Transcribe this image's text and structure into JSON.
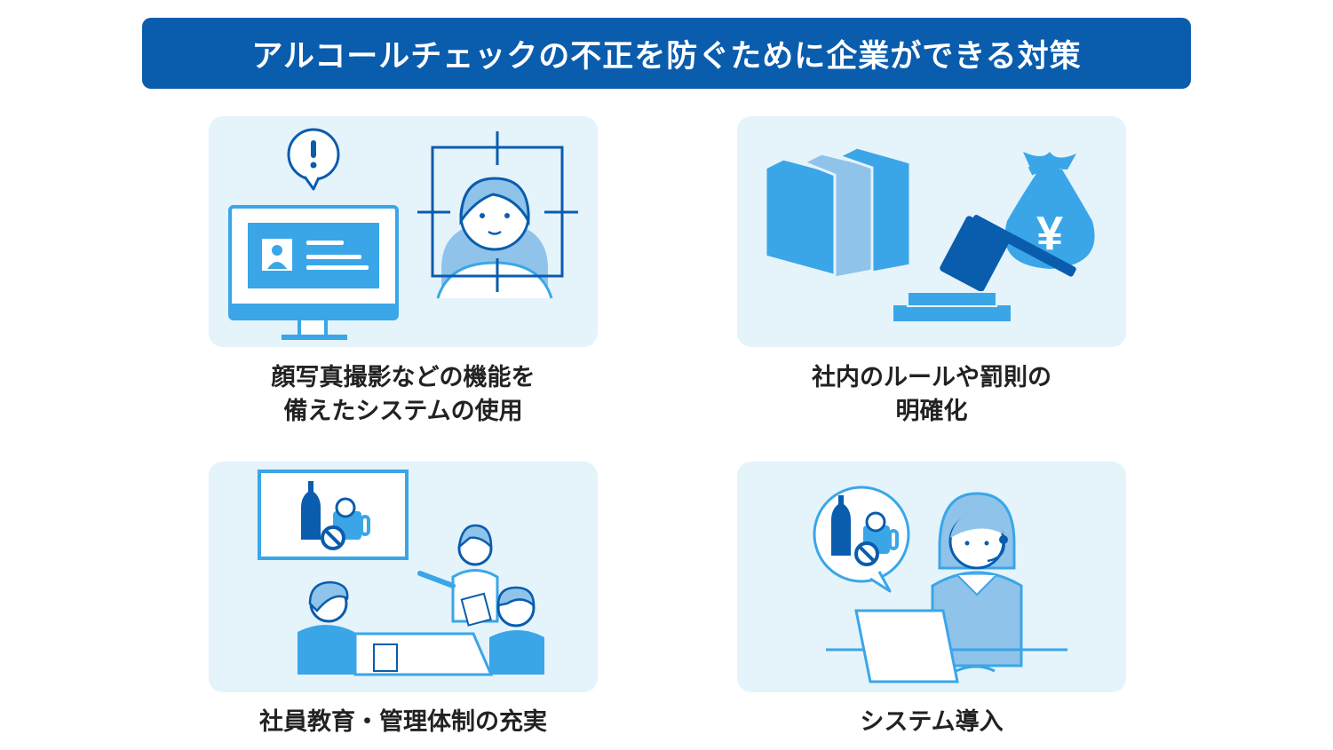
{
  "header": {
    "title": "アルコールチェックの不正を防ぐために企業ができる対策"
  },
  "colors": {
    "banner": "#0a5cad",
    "card_background": "#e5f3fb",
    "primary_blue": "#0a5cad",
    "light_blue": "#3aa6e8",
    "pale_blue": "#8fc3ea"
  },
  "measures": [
    {
      "icon": "face-recognition-system-icon",
      "line1": "顔写真撮影などの機能を",
      "line2": "備えたシステムの使用"
    },
    {
      "icon": "rules-gavel-money-icon",
      "line1": "社内のルールや罰則の",
      "line2": "明確化"
    },
    {
      "icon": "training-meeting-icon",
      "line1": "社員教育・管理体制の充実"
    },
    {
      "icon": "operator-laptop-icon",
      "line1": "システム導入"
    }
  ]
}
